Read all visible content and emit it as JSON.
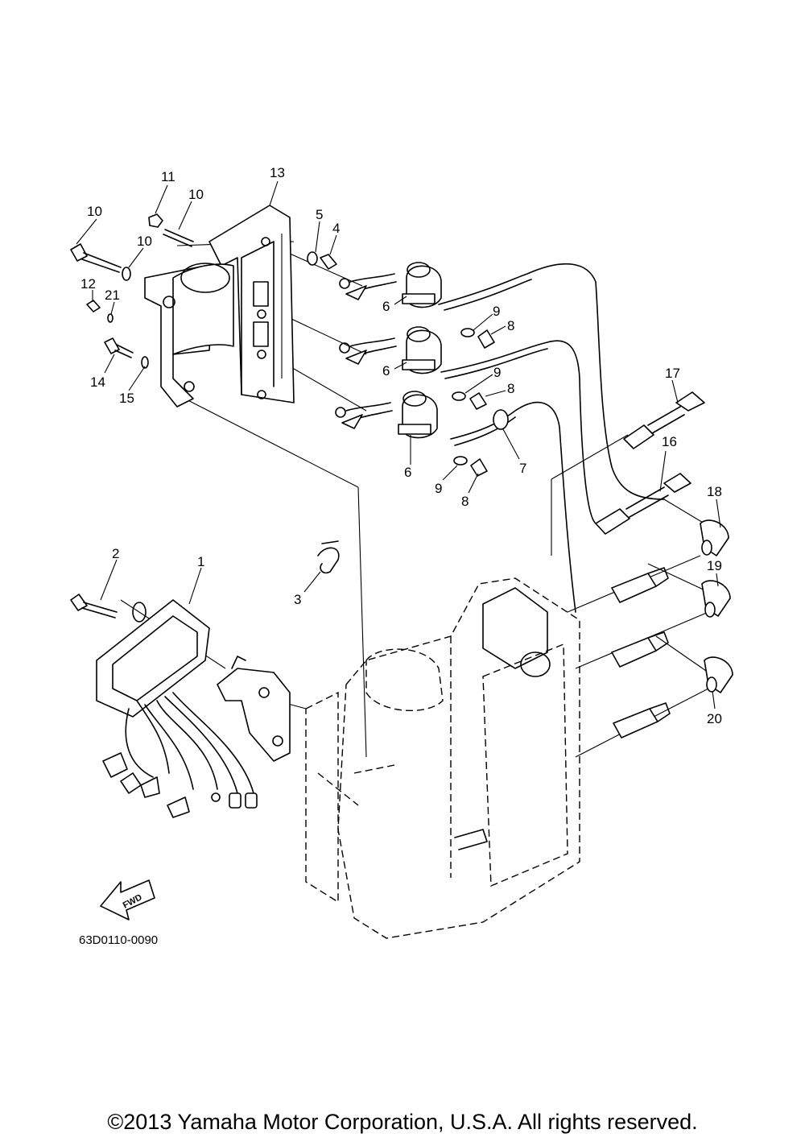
{
  "callouts": [
    {
      "id": "c1",
      "text": "1"
    },
    {
      "id": "c2",
      "text": "2"
    },
    {
      "id": "c3",
      "text": "3"
    },
    {
      "id": "c4",
      "text": "4"
    },
    {
      "id": "c5",
      "text": "5"
    },
    {
      "id": "c6a",
      "text": "6"
    },
    {
      "id": "c6b",
      "text": "6"
    },
    {
      "id": "c6c",
      "text": "6"
    },
    {
      "id": "c7",
      "text": "7"
    },
    {
      "id": "c8a",
      "text": "8"
    },
    {
      "id": "c8b",
      "text": "8"
    },
    {
      "id": "c8c",
      "text": "8"
    },
    {
      "id": "c9a",
      "text": "9"
    },
    {
      "id": "c9b",
      "text": "9"
    },
    {
      "id": "c9c",
      "text": "9"
    },
    {
      "id": "c10a",
      "text": "10"
    },
    {
      "id": "c10b",
      "text": "10"
    },
    {
      "id": "c10c",
      "text": "10"
    },
    {
      "id": "c11",
      "text": "11"
    },
    {
      "id": "c12",
      "text": "12"
    },
    {
      "id": "c13",
      "text": "13"
    },
    {
      "id": "c14",
      "text": "14"
    },
    {
      "id": "c15",
      "text": "15"
    },
    {
      "id": "c16",
      "text": "16"
    },
    {
      "id": "c17",
      "text": "17"
    },
    {
      "id": "c18",
      "text": "18"
    },
    {
      "id": "c19",
      "text": "19"
    },
    {
      "id": "c20",
      "text": "20"
    },
    {
      "id": "c21",
      "text": "21"
    }
  ],
  "fwd_label": "FWD",
  "diagram_code": "63D0110-0090",
  "copyright": "©2013 Yamaha Motor Corporation, U.S.A. All rights reserved."
}
